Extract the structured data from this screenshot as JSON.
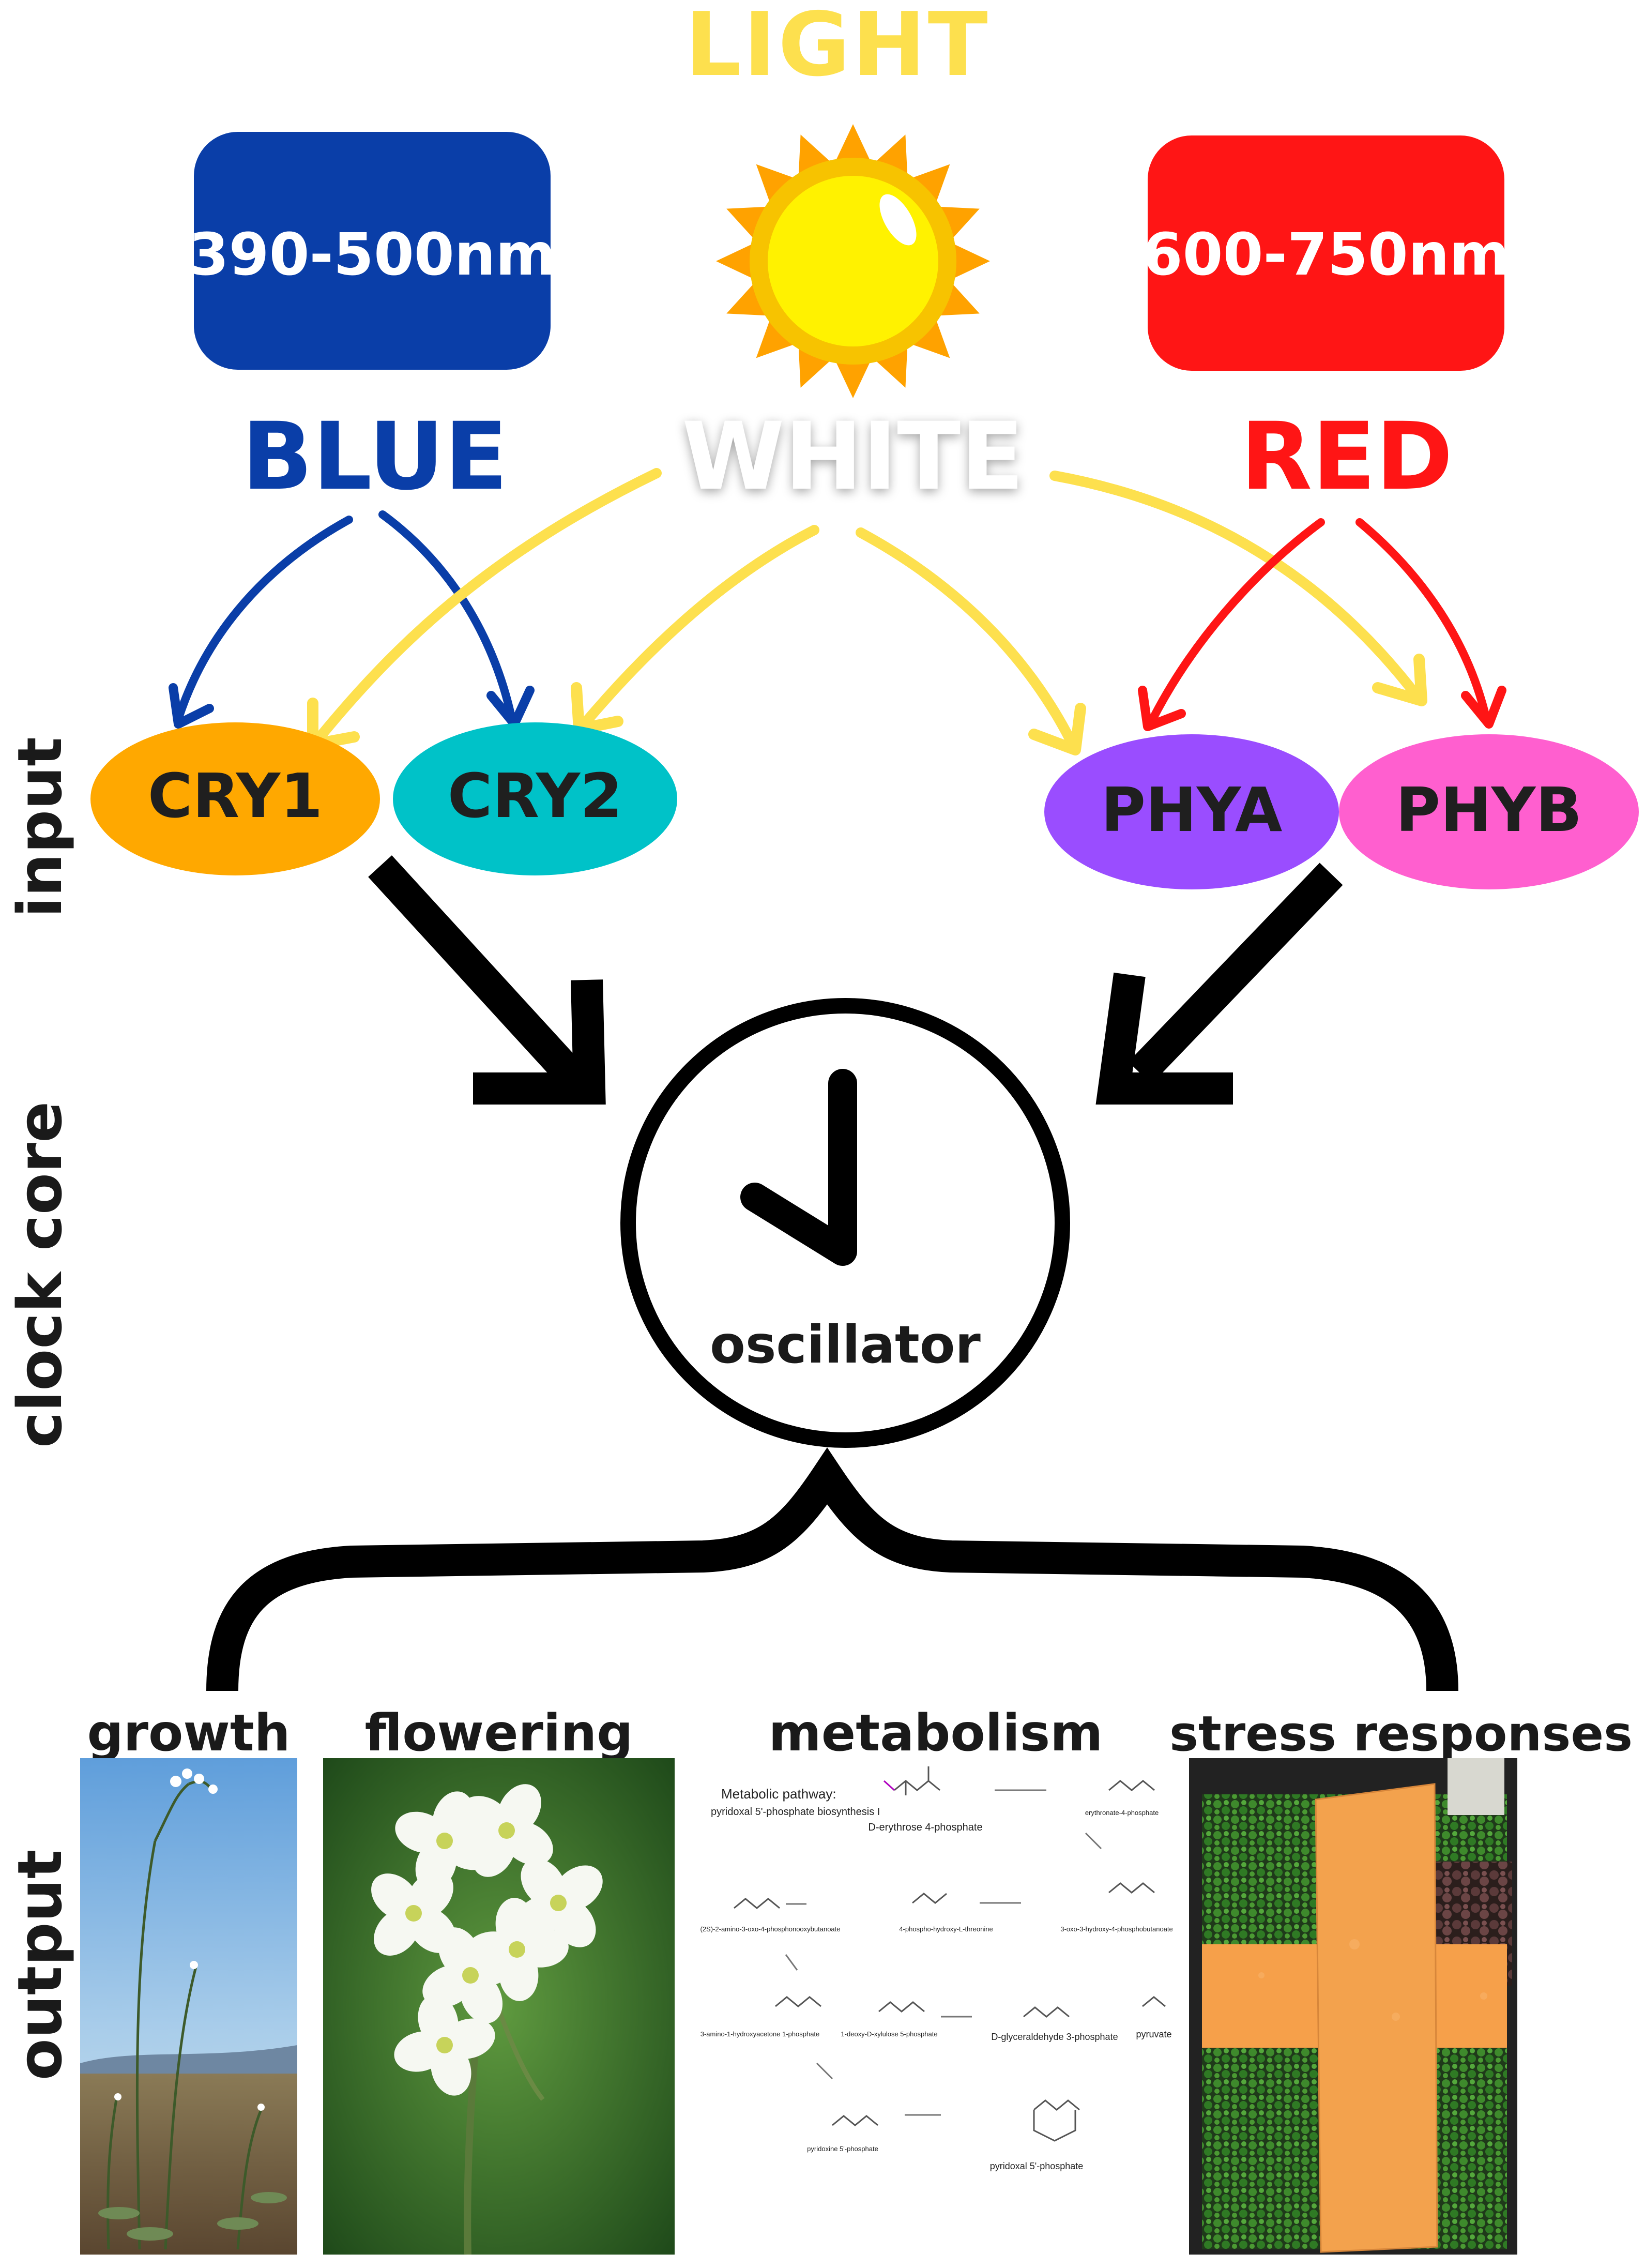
{
  "title": "LIGHT",
  "blue": {
    "range": "390-500nm",
    "name": "BLUE"
  },
  "white": {
    "name": "WHITE"
  },
  "red": {
    "range": "600-750nm",
    "name": "RED"
  },
  "photoreceptors": [
    "CRY1",
    "CRY2",
    "PHYA",
    "PHYB"
  ],
  "side_labels": {
    "input": "input",
    "core": "clock core",
    "output": "output"
  },
  "oscillator": {
    "label": "oscillator"
  },
  "outputs": {
    "growth": "growth",
    "flowering": "flowering",
    "metabolism": "metabolism",
    "stress": "stress responses"
  },
  "pathway": {
    "title": "Metabolic pathway:",
    "subtitle": "pyridoxal 5'-phosphate biosynthesis I",
    "compounds": [
      "D-erythrose 4-phosphate",
      "erythronate-4-phosphate",
      "(2S)-2-amino-3-oxo-4-phosphonooxybutanoate",
      "4-phospho-hydroxy-L-threonine",
      "3-oxo-3-hydroxy-4-phosphobutanoate",
      "3-amino-1-hydroxyacetone 1-phosphate",
      "1-deoxy-D-xylulose 5-phosphate",
      "D-glyceraldehyde 3-phosphate",
      "pyruvate",
      "pyridoxine 5'-phosphate",
      "pyridoxal 5'-phosphate"
    ]
  },
  "colors": {
    "blue": "#0a3ea8",
    "red": "#ff1515",
    "yellow": "#fde04e",
    "cry1": "#ffa800",
    "cry2": "#00c2c8",
    "phya": "#9a4dff",
    "phyb": "#ff5fcf"
  }
}
